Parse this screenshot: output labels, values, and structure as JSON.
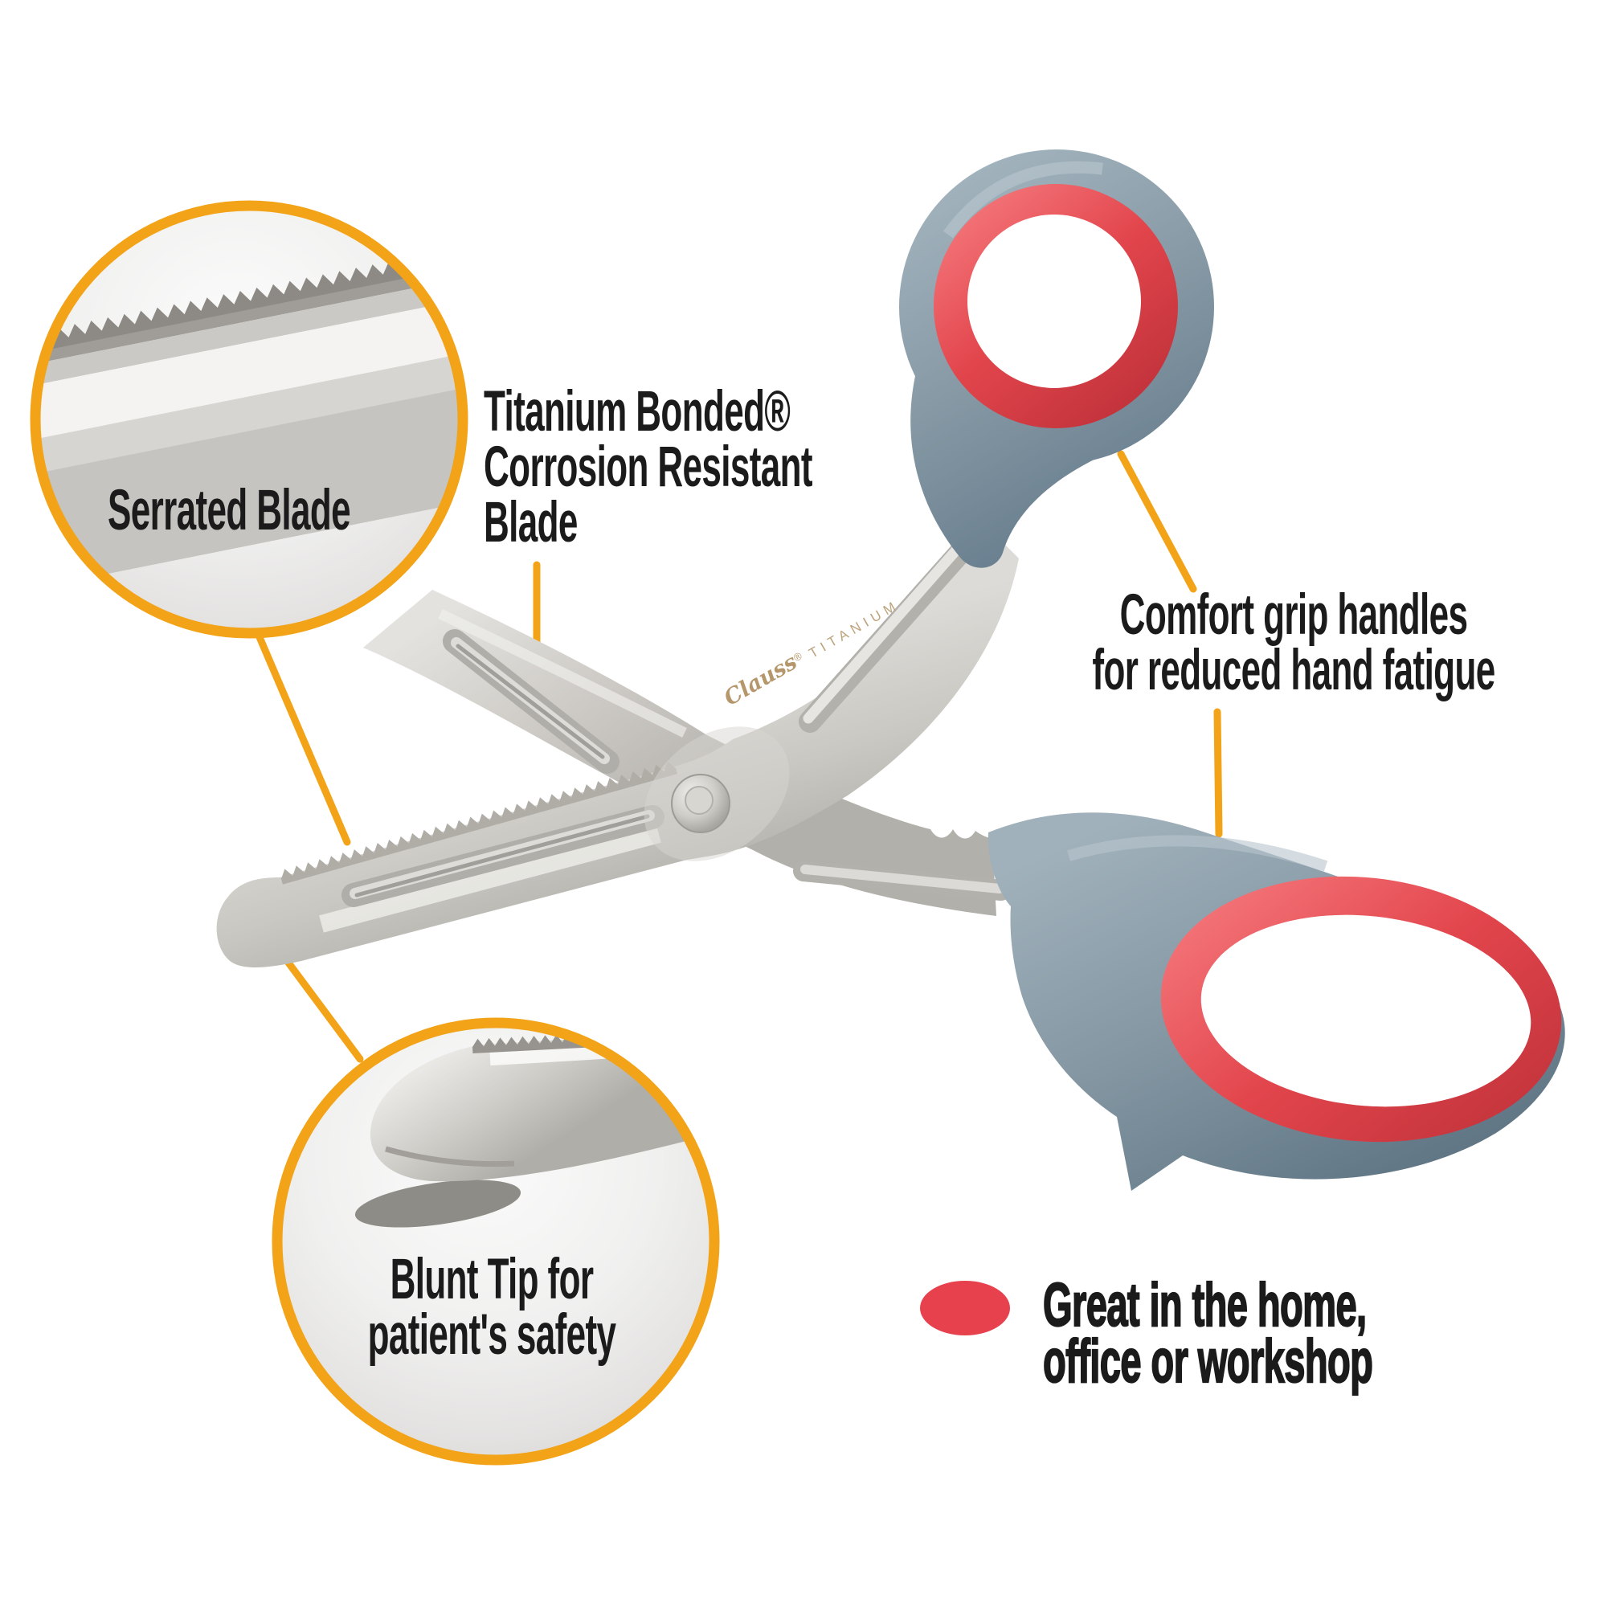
{
  "image": {
    "title": "Bandage shears product feature callouts",
    "background": "#ffffff"
  },
  "colors": {
    "accent_yellow": "#F2A317",
    "bullet_red": "#E8414E",
    "grip_red": "#E2454C",
    "handle_gray": "#8598A4",
    "metal_gray": "#C8C6C1",
    "text": "#1B1B1B"
  },
  "callouts": {
    "serrated": {
      "label": "Serrated Blade"
    },
    "titanium": {
      "line1": "Titanium Bonded®",
      "line2": "Corrosion Resistant",
      "line3": "Blade"
    },
    "comfort": {
      "line1": "Comfort grip handles",
      "line2": "for reduced hand fatigue"
    },
    "blunt": {
      "line1": "Blunt Tip for",
      "line2": "patient's safety"
    },
    "benefit": {
      "line1": "Great in the home,",
      "line2": "office or workshop"
    }
  },
  "engraving": {
    "brand": "Clauss",
    "registered": "®",
    "material": "TITANIUM"
  }
}
